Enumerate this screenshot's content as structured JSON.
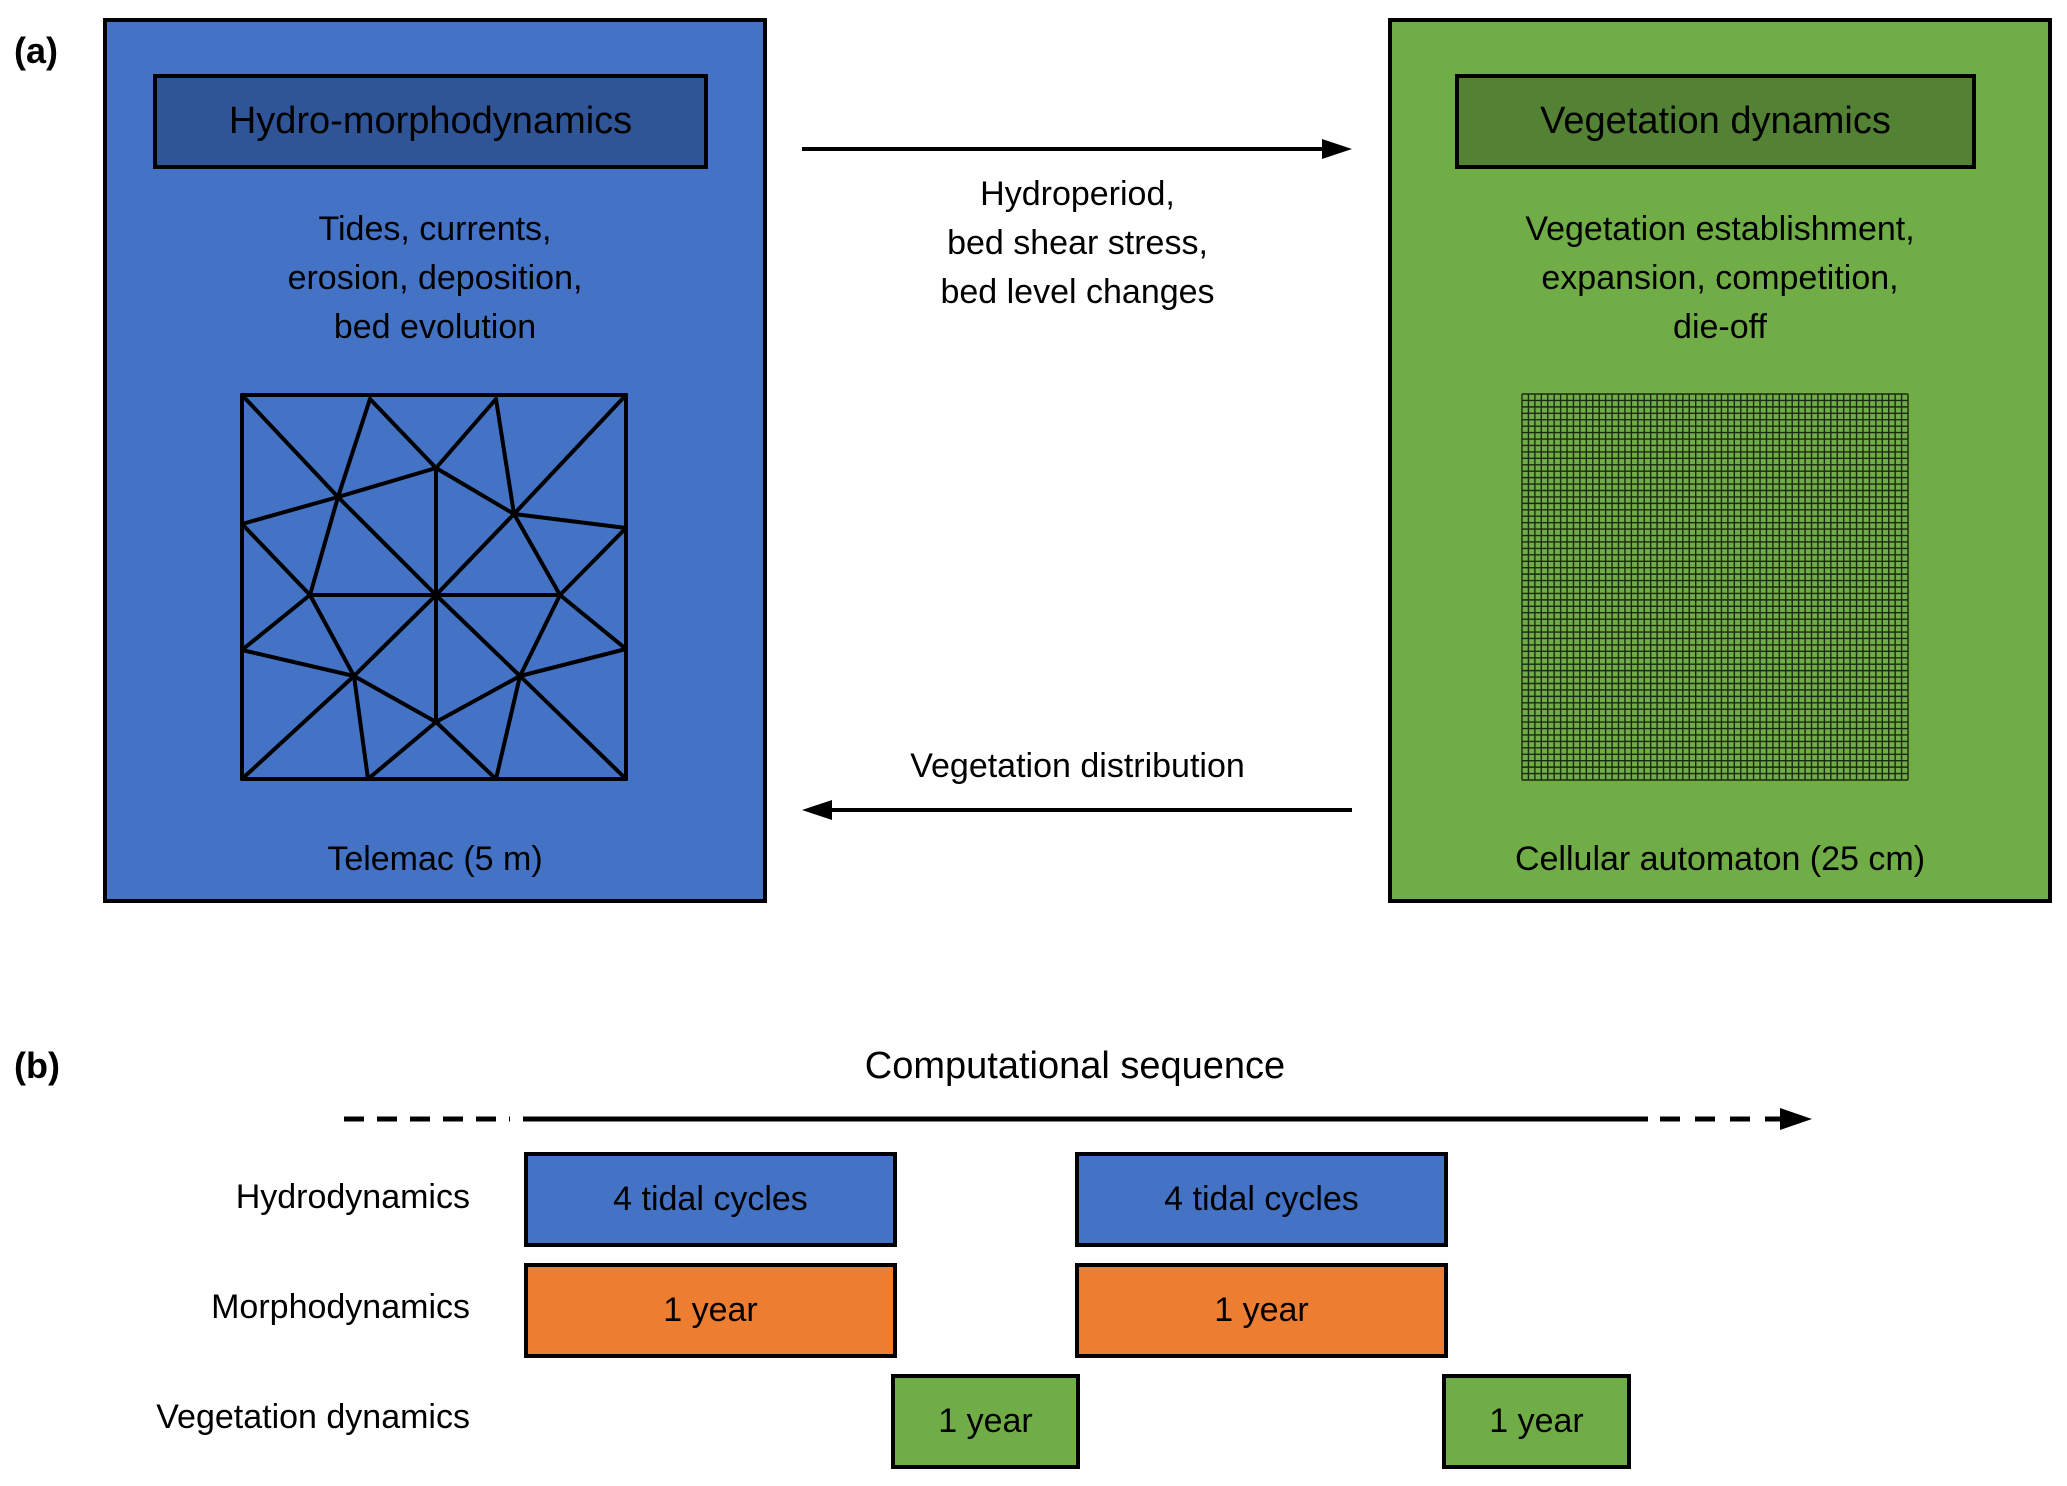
{
  "panel_a": {
    "label": "(a)",
    "left_module": {
      "title": "Hydro-morphodynamics",
      "description": "Tides, currents,\nerosion, deposition,\nbed evolution",
      "caption": "Telemac (5 m)",
      "grid_type": "unstructured-triangular-mesh",
      "fill_color": "#4472C4",
      "header_color": "#2F5597"
    },
    "right_module": {
      "title": "Vegetation dynamics",
      "description": "Vegetation establishment,\nexpansion, competition,\ndie-off",
      "caption": "Cellular automaton (25 cm)",
      "grid_type": "regular-fine-grid",
      "fill_color": "#70AD47",
      "header_color": "#548235"
    },
    "forward_arrow": {
      "direction": "left-to-right",
      "label": "Hydroperiod,\nbed shear stress,\nbed level changes"
    },
    "backward_arrow": {
      "direction": "right-to-left",
      "label": "Vegetation distribution"
    }
  },
  "panel_b": {
    "label": "(b)",
    "title": "Computational sequence",
    "rows": [
      {
        "label": "Hydrodynamics",
        "color": "#4472C4",
        "blocks": [
          {
            "text": "4 tidal cycles"
          },
          {
            "text": "4 tidal cycles"
          }
        ]
      },
      {
        "label": "Morphodynamics",
        "color": "#ED7D31",
        "blocks": [
          {
            "text": "1 year"
          },
          {
            "text": "1 year"
          }
        ]
      },
      {
        "label": "Vegetation dynamics",
        "color": "#70AD47",
        "blocks": [
          {
            "text": "1 year"
          },
          {
            "text": "1 year"
          }
        ]
      }
    ]
  }
}
